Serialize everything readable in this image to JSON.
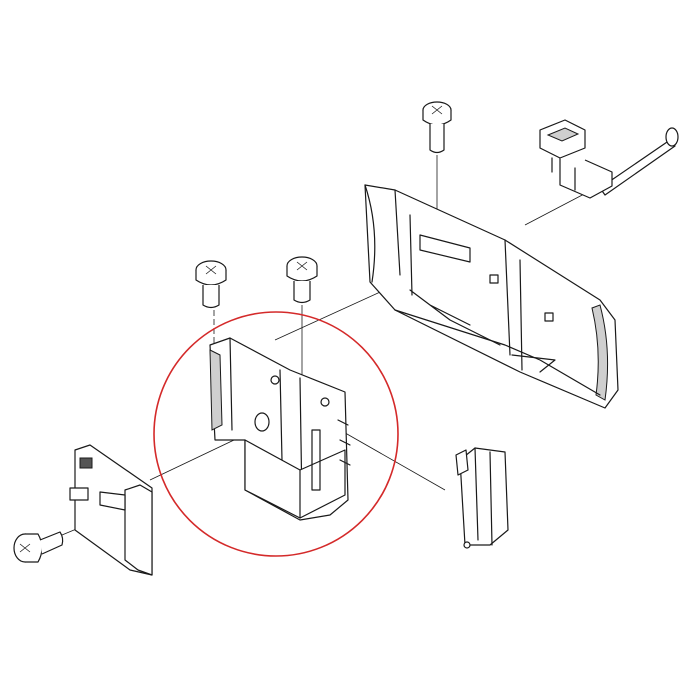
{
  "diagram": {
    "type": "exploded-parts-view",
    "highlight_color": "#d42a2a",
    "line_color": "#1a1a1a",
    "background": "#ffffff",
    "parts": [
      "screw-top-right",
      "screw-left-a",
      "screw-left-b",
      "screw-bottom-left",
      "long-shaft-pin",
      "main-housing",
      "latch-bracket",
      "highlighted-cage-assembly",
      "circuit-board-part",
      "side-clip"
    ]
  }
}
